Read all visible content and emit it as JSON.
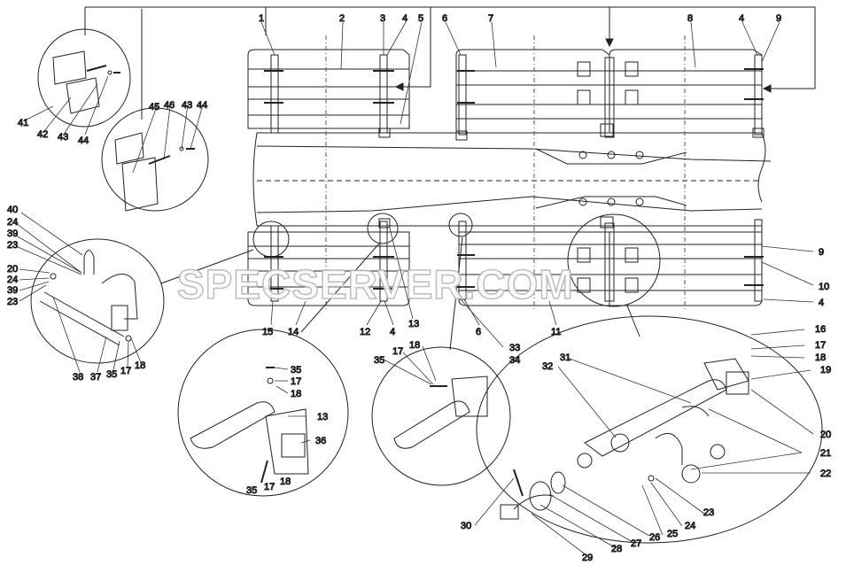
{
  "watermark": "SPECSERVER.COM",
  "callouts": {
    "c1": "1",
    "c2": "2",
    "c3": "3",
    "c4a": "4",
    "c5": "5",
    "c6": "6",
    "c7": "7",
    "c8": "8",
    "c4b": "4",
    "c9a": "9",
    "c41": "41",
    "c42": "42",
    "c43a": "43",
    "c44a": "44",
    "c45": "45",
    "c46": "46",
    "c43b": "43",
    "c44b": "44",
    "c40": "40",
    "c24a": "24",
    "c39a": "39",
    "c23a": "23",
    "c20a": "20",
    "c24b": "24",
    "c39b": "39",
    "c23b": "23",
    "c38": "38",
    "c37": "37",
    "c35a": "35",
    "c17a": "17",
    "c18a": "18",
    "c15": "15",
    "c14": "14",
    "c12": "12",
    "c4c": "4",
    "c13a": "13",
    "c6b": "6",
    "c33": "33",
    "c34": "34",
    "c11": "11",
    "c9b": "9",
    "c10": "10",
    "c4d": "4",
    "c35b": "35",
    "c17b": "17",
    "c18b": "18",
    "c13b": "13",
    "c36": "36",
    "c35c": "35",
    "c17c": "17",
    "c18c": "18",
    "c17d": "17",
    "c18d": "18",
    "c35d": "35",
    "c16": "16",
    "c17e": "17",
    "c18e": "18",
    "c19": "19",
    "c20b": "20",
    "c21": "21",
    "c22": "22",
    "c31": "31",
    "c32": "32",
    "c23c": "23",
    "c24c": "24",
    "c25": "25",
    "c26": "26",
    "c27": "27",
    "c28": "28",
    "c29": "29",
    "c30": "30"
  }
}
